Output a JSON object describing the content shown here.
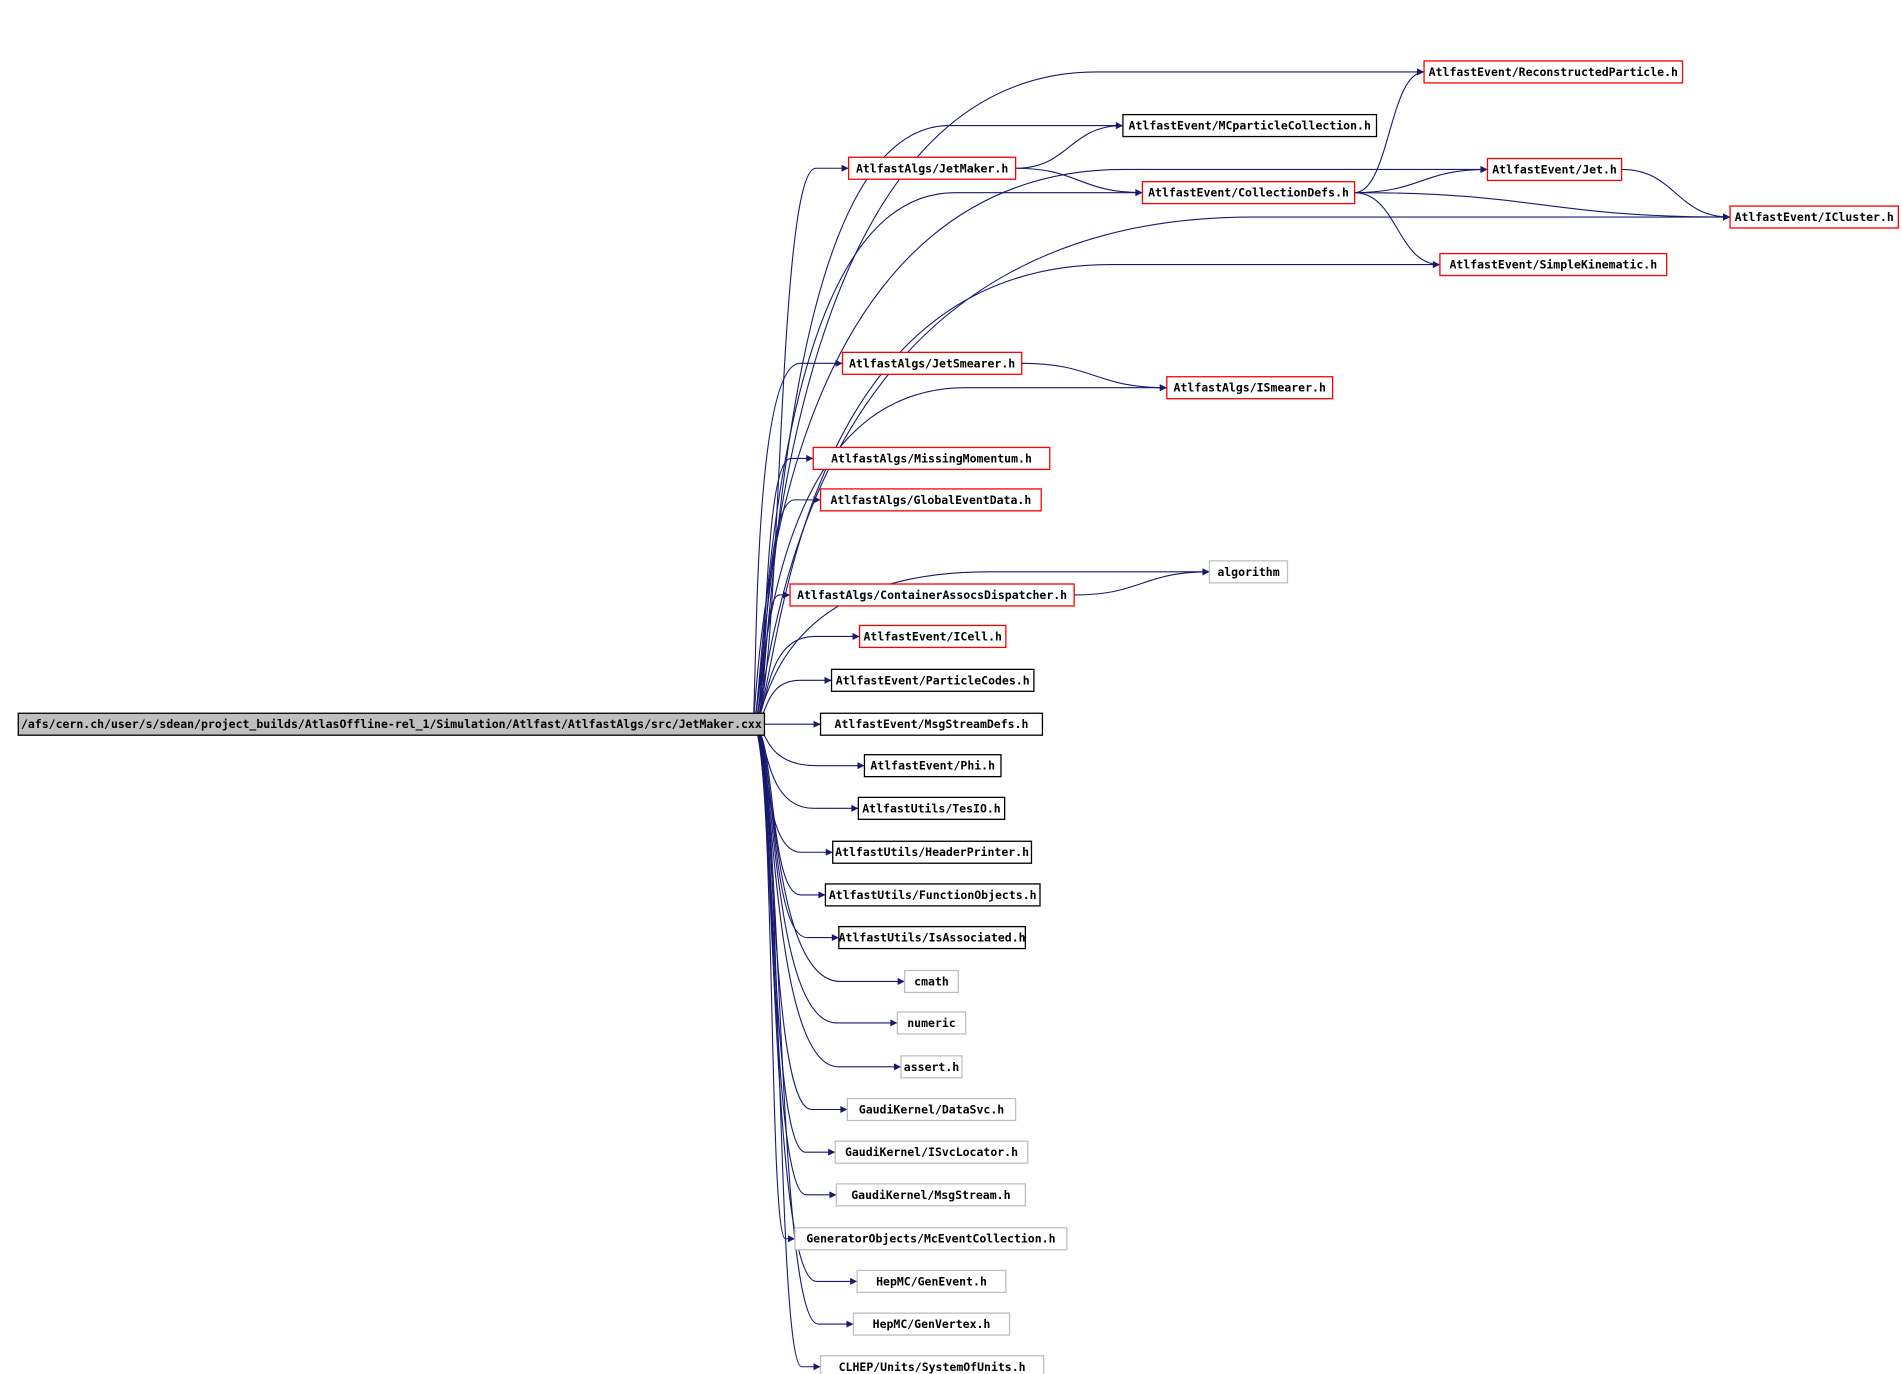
{
  "colors": {
    "edge": "#191970",
    "root_fill": "#bfbfbf",
    "documented_border": "#ff0000",
    "plain_border": "#000000",
    "external_border": "#bfbfbf",
    "node_fill": "#ffffff"
  },
  "root": {
    "id": "root",
    "label": "/afs/cern.ch/user/s/sdean/project_builds/AtlasOffline-rel_1/Simulation/Atlfast/AtlfastAlgs/src/JetMaker.cxx"
  },
  "nodes": [
    {
      "id": "n1",
      "label": "AtlfastEvent/ReconstructedParticle.h",
      "kind": "documented"
    },
    {
      "id": "n2",
      "label": "AtlfastEvent/MCparticleCollection.h",
      "kind": "plain"
    },
    {
      "id": "n3",
      "label": "AtlfastAlgs/JetMaker.h",
      "kind": "documented"
    },
    {
      "id": "n4",
      "label": "AtlfastEvent/Jet.h",
      "kind": "documented"
    },
    {
      "id": "n5",
      "label": "AtlfastEvent/CollectionDefs.h",
      "kind": "documented"
    },
    {
      "id": "n6",
      "label": "AtlfastEvent/ICluster.h",
      "kind": "documented"
    },
    {
      "id": "n7",
      "label": "AtlfastEvent/SimpleKinematic.h",
      "kind": "documented"
    },
    {
      "id": "n8",
      "label": "AtlfastAlgs/JetSmearer.h",
      "kind": "documented"
    },
    {
      "id": "n9",
      "label": "AtlfastAlgs/ISmearer.h",
      "kind": "documented"
    },
    {
      "id": "n10",
      "label": "AtlfastAlgs/MissingMomentum.h",
      "kind": "documented"
    },
    {
      "id": "n11",
      "label": "AtlfastAlgs/GlobalEventData.h",
      "kind": "documented"
    },
    {
      "id": "n12",
      "label": "algorithm",
      "kind": "external"
    },
    {
      "id": "n13",
      "label": "AtlfastAlgs/ContainerAssocsDispatcher.h",
      "kind": "documented"
    },
    {
      "id": "n14",
      "label": "AtlfastEvent/ICell.h",
      "kind": "documented"
    },
    {
      "id": "n15",
      "label": "AtlfastEvent/ParticleCodes.h",
      "kind": "plain"
    },
    {
      "id": "n16",
      "label": "AtlfastEvent/MsgStreamDefs.h",
      "kind": "plain"
    },
    {
      "id": "n17",
      "label": "AtlfastEvent/Phi.h",
      "kind": "plain"
    },
    {
      "id": "n18",
      "label": "AtlfastUtils/TesIO.h",
      "kind": "plain"
    },
    {
      "id": "n19",
      "label": "AtlfastUtils/HeaderPrinter.h",
      "kind": "plain"
    },
    {
      "id": "n20",
      "label": "AtlfastUtils/FunctionObjects.h",
      "kind": "plain"
    },
    {
      "id": "n21",
      "label": "AtlfastUtils/IsAssociated.h",
      "kind": "plain"
    },
    {
      "id": "n22",
      "label": "cmath",
      "kind": "external"
    },
    {
      "id": "n23",
      "label": "numeric",
      "kind": "external"
    },
    {
      "id": "n24",
      "label": "assert.h",
      "kind": "external"
    },
    {
      "id": "n25",
      "label": "GaudiKernel/DataSvc.h",
      "kind": "external"
    },
    {
      "id": "n26",
      "label": "GaudiKernel/ISvcLocator.h",
      "kind": "external"
    },
    {
      "id": "n27",
      "label": "GaudiKernel/MsgStream.h",
      "kind": "external"
    },
    {
      "id": "n28",
      "label": "GeneratorObjects/McEventCollection.h",
      "kind": "external"
    },
    {
      "id": "n29",
      "label": "HepMC/GenEvent.h",
      "kind": "external"
    },
    {
      "id": "n30",
      "label": "HepMC/GenVertex.h",
      "kind": "external"
    },
    {
      "id": "n31",
      "label": "CLHEP/Units/SystemOfUnits.h",
      "kind": "external"
    }
  ],
  "edges": [
    [
      "root",
      "n1"
    ],
    [
      "root",
      "n2"
    ],
    [
      "root",
      "n3"
    ],
    [
      "root",
      "n4"
    ],
    [
      "root",
      "n5"
    ],
    [
      "root",
      "n6"
    ],
    [
      "root",
      "n7"
    ],
    [
      "root",
      "n8"
    ],
    [
      "root",
      "n9"
    ],
    [
      "root",
      "n10"
    ],
    [
      "root",
      "n11"
    ],
    [
      "root",
      "n12"
    ],
    [
      "root",
      "n13"
    ],
    [
      "root",
      "n14"
    ],
    [
      "root",
      "n15"
    ],
    [
      "root",
      "n16"
    ],
    [
      "root",
      "n17"
    ],
    [
      "root",
      "n18"
    ],
    [
      "root",
      "n19"
    ],
    [
      "root",
      "n20"
    ],
    [
      "root",
      "n21"
    ],
    [
      "root",
      "n22"
    ],
    [
      "root",
      "n23"
    ],
    [
      "root",
      "n24"
    ],
    [
      "root",
      "n25"
    ],
    [
      "root",
      "n26"
    ],
    [
      "root",
      "n27"
    ],
    [
      "root",
      "n28"
    ],
    [
      "root",
      "n29"
    ],
    [
      "root",
      "n30"
    ],
    [
      "root",
      "n31"
    ],
    [
      "n3",
      "n2"
    ],
    [
      "n3",
      "n5"
    ],
    [
      "n5",
      "n1"
    ],
    [
      "n5",
      "n4"
    ],
    [
      "n5",
      "n6"
    ],
    [
      "n5",
      "n7"
    ],
    [
      "n4",
      "n6"
    ],
    [
      "n8",
      "n9"
    ],
    [
      "n13",
      "n12"
    ]
  ]
}
